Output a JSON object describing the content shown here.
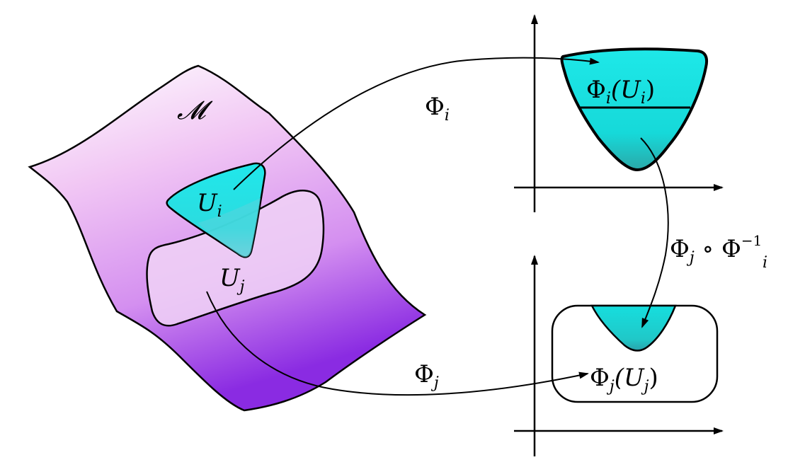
{
  "labels": {
    "manifold": "𝓜",
    "u_i": "U",
    "u_i_sub": "i",
    "u_j": "U",
    "u_j_sub": "j",
    "phi_i": "Φ",
    "phi_i_sub": "i",
    "phi_j": "Φ",
    "phi_j_sub": "j",
    "image_i_main": "Φ",
    "image_i_sub": "i",
    "image_i_arg": "(U",
    "image_i_arg_sub": "i",
    "image_i_close": ")",
    "image_j_main": "Φ",
    "image_j_sub": "j",
    "image_j_arg": "(U",
    "image_j_arg_sub": "j",
    "image_j_close": ")",
    "transition_a": "Φ",
    "transition_a_sub": "j",
    "transition_op": " ∘ ",
    "transition_b": "Φ",
    "transition_b_sup": "−1",
    "transition_b_sub": "i"
  },
  "colors": {
    "manifold_top": "#ffffff",
    "manifold_bottom": "#8a2be2",
    "cyan": "#19e6e6",
    "cyan_dark": "#2aa9a9",
    "uj_fill": "#f2d4f7",
    "stroke": "#000000"
  }
}
